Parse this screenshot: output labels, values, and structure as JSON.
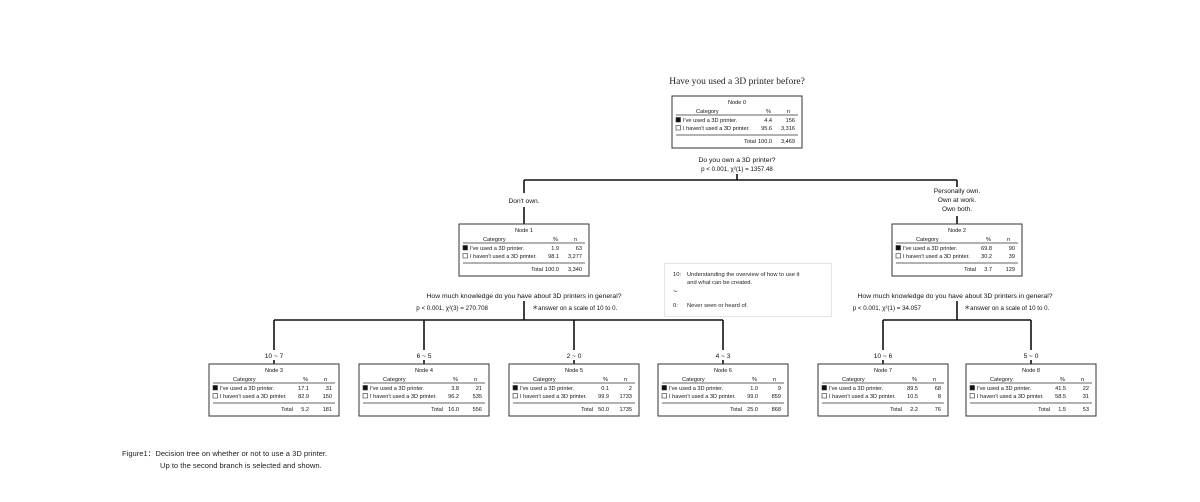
{
  "title": "Have you used a 3D printer before?",
  "table_headers": {
    "category": "Category",
    "percent": "%",
    "n": "n",
    "total": "Total"
  },
  "nodes": [
    {
      "id": "Node 0",
      "rows": [
        {
          "cat": "I've used a 3D printer.",
          "pct": "4.4",
          "n": "156"
        },
        {
          "cat": "I haven't used a 3D printer.",
          "pct": "95.6",
          "n": "3,316"
        }
      ],
      "total_pct": "100.0",
      "total_n": "3,469"
    },
    {
      "id": "Node 1",
      "rows": [
        {
          "cat": "I've used a 3D printer.",
          "pct": "1.9",
          "n": "63"
        },
        {
          "cat": "I haven't used a 3D printer.",
          "pct": "98.1",
          "n": "3,277"
        }
      ],
      "total_pct": "100.0",
      "total_n": "3,340"
    },
    {
      "id": "Node 2",
      "rows": [
        {
          "cat": "I've used a 3D printer.",
          "pct": "69.8",
          "n": "90"
        },
        {
          "cat": "I haven't used a 3D printer.",
          "pct": "30.2",
          "n": "39"
        }
      ],
      "total_pct": "3.7",
      "total_n": "129"
    },
    {
      "id": "Node 3",
      "rows": [
        {
          "cat": "I've used a 3D printer.",
          "pct": "17.1",
          "n": "31"
        },
        {
          "cat": "I haven't used a 3D printer.",
          "pct": "82.9",
          "n": "150"
        }
      ],
      "total_pct": "5.2",
      "total_n": "181"
    },
    {
      "id": "Node 4",
      "rows": [
        {
          "cat": "I've used a 3D printer.",
          "pct": "3.8",
          "n": "21"
        },
        {
          "cat": "I haven't used a 3D printer.",
          "pct": "96.2",
          "n": "535"
        }
      ],
      "total_pct": "16.0",
      "total_n": "556"
    },
    {
      "id": "Node 5",
      "rows": [
        {
          "cat": "I've used a 3D printer.",
          "pct": "0.1",
          "n": "2"
        },
        {
          "cat": "I haven't used a 3D printer.",
          "pct": "99.9",
          "n": "1733"
        }
      ],
      "total_pct": "50.0",
      "total_n": "1735"
    },
    {
      "id": "Node 6",
      "rows": [
        {
          "cat": "I've used a 3D printer.",
          "pct": "1.0",
          "n": "9"
        },
        {
          "cat": "I haven't used a 3D printer.",
          "pct": "99.0",
          "n": "859"
        }
      ],
      "total_pct": "25.0",
      "total_n": "868"
    },
    {
      "id": "Node 7",
      "rows": [
        {
          "cat": "I've used a 3D printer.",
          "pct": "89.5",
          "n": "68"
        },
        {
          "cat": "I haven't used a 3D printer.",
          "pct": "10.5",
          "n": "8"
        }
      ],
      "total_pct": "2.2",
      "total_n": "76"
    },
    {
      "id": "Node 8",
      "rows": [
        {
          "cat": "I've used a 3D printer.",
          "pct": "41.5",
          "n": "22"
        },
        {
          "cat": "I haven't used a 3D printer.",
          "pct": "58.5",
          "n": "31"
        }
      ],
      "total_pct": "1.5",
      "total_n": "53"
    }
  ],
  "splits": [
    {
      "question": "Do you own a 3D printer?",
      "stat": "p < 0.001, χ²(1) = 1357.48"
    },
    {
      "question": "How much knowledge do you have about 3D printers in general?",
      "stat": "p < 0.001, χ²(3) = 270.708",
      "note": "＊answer on a scale of 10 to 0."
    },
    {
      "question": "How much knowledge do you have about 3D printers in general?",
      "stat": "p < 0.001, χ²(1) = 34.057",
      "note": "＊answer on a scale of 10 to 0."
    }
  ],
  "branch_labels": {
    "node1": [
      "Don't own."
    ],
    "node2": [
      "Personally own.",
      "Own at work.",
      "Own both."
    ],
    "node3": "10 ~ 7",
    "node4": "6 ~ 5",
    "node5": "2 ~ 0",
    "node6": "4 ~ 3",
    "node7": "10 ~ 6",
    "node8": "5 ~ 0"
  },
  "legend": [
    {
      "key": "10:",
      "text": [
        "Understanding the overview of how to use it",
        "and what can be created."
      ]
    },
    {
      "key": "~",
      "text": []
    },
    {
      "key": "0:",
      "text": [
        "Never seen or heard of."
      ]
    }
  ],
  "caption": [
    "Figure1：Decision tree on whether or not to use a 3D printer.",
    "Up to the second branch is selected and shown."
  ],
  "colors": {
    "line": "#111111",
    "border": "#333333",
    "legend_border": "#e4e4e4"
  }
}
